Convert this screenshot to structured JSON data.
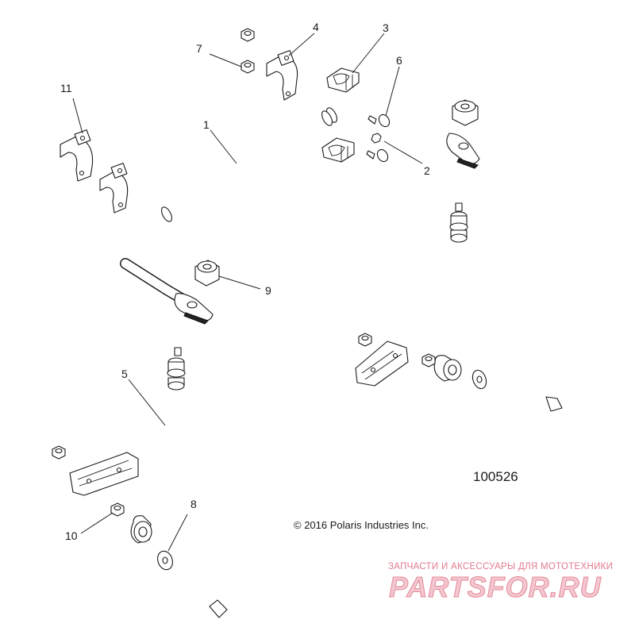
{
  "callouts": [
    {
      "id": "1",
      "text": "1"
    },
    {
      "id": "2",
      "text": "2"
    },
    {
      "id": "3",
      "text": "3"
    },
    {
      "id": "4",
      "text": "4"
    },
    {
      "id": "5",
      "text": "5"
    },
    {
      "id": "6",
      "text": "6"
    },
    {
      "id": "7",
      "text": "7"
    },
    {
      "id": "8",
      "text": "8"
    },
    {
      "id": "9",
      "text": "9"
    },
    {
      "id": "10",
      "text": "10"
    },
    {
      "id": "11",
      "text": "11"
    }
  ],
  "figure_number": "100526",
  "copyright": "© 2016 Polaris Industries Inc.",
  "watermark": {
    "tagline": "ЗАПЧАСТИ И АКСЕССУАРЫ ДЛЯ МОТОТЕХНИКИ",
    "logo_text": "PARTSFOR.RU",
    "color": "#e07a8c"
  }
}
